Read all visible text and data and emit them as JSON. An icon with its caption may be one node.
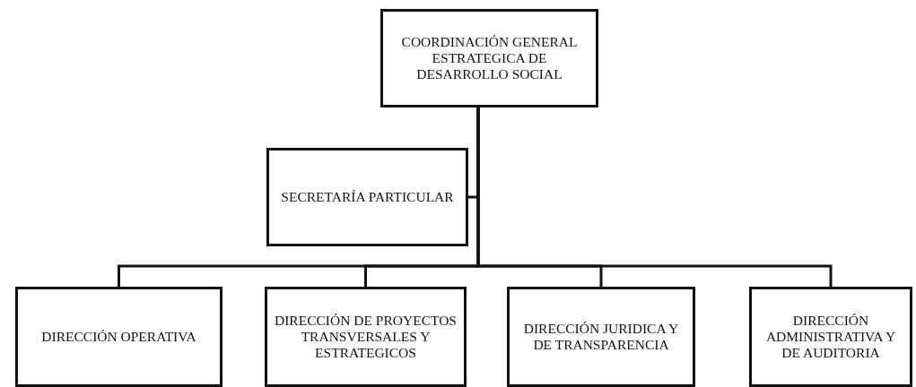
{
  "diagram": {
    "nodes": [
      {
        "text": [
          "COORDINACIÓN GENERAL ESTRATEGICA DE DESARROLLO SOCIAL"
        ]
      },
      {
        "text": [
          "SECRETARÍA PARTICULAR"
        ]
      },
      {
        "text": [
          "DIRECCIÓN OPERATIVA"
        ]
      },
      {
        "text": [
          "DIRECCIÓN DE PROYECTOS TRANSVERSALES Y ESTRATEGICOS"
        ]
      },
      {
        "text": [
          "DIRECCIÓN JURIDICA Y DE TRANSPARENCIA"
        ]
      },
      {
        "text": [
          "DIRECCIÓN ADMINISTRATIVA Y DE AUDITORIA"
        ]
      }
    ],
    "edges": [
      {
        "from": 0,
        "to": 1,
        "arrow": "none"
      },
      {
        "from": 0,
        "to": 2,
        "arrow": "none"
      },
      {
        "from": 0,
        "to": 3,
        "arrow": "none"
      },
      {
        "from": 0,
        "to": 4,
        "arrow": "none"
      },
      {
        "from": 0,
        "to": 5,
        "arrow": "none"
      }
    ]
  }
}
